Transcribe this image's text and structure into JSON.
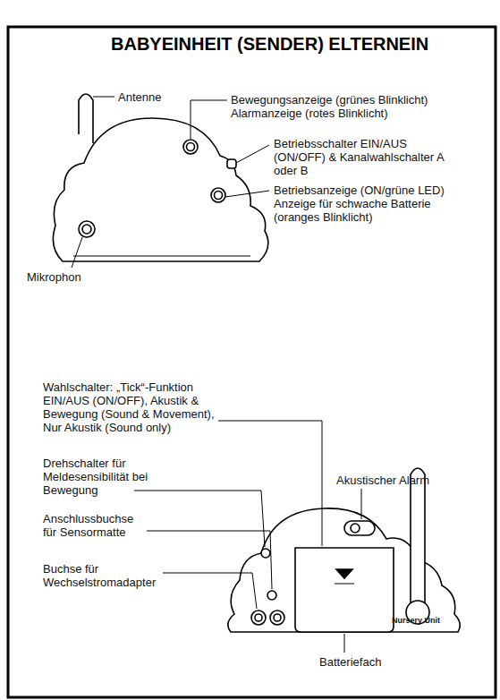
{
  "diagram": {
    "title": "BABYEINHEIT (SENDER) ELTERNEIN",
    "labels": [
      "Antenne",
      "Bewegungsanzeige (grünes Blinklicht)",
      "Alarmanzeige (rotes Blinklicht)",
      "Betriebsschalter EIN/AUS (ON/OFF) & Kanalwahlschalter A oder B",
      "Mikrophon",
      "Betriebsanzeige (ON/grüne LED)",
      "Anzeige für schwache Batterie (oranges Blinklicht)",
      "Akustischer Alarm",
      "Wahlschalter: „Tick“-Funktion EIN/AUS (ON/OFF), Akustik & Bewegung (Sound & Movement), Nur Akustik (Sound only)",
      "Drehschalter für Meldesensibilität bei Bewegung",
      "Anschlussbuchse für Sensormatte",
      "Buchse für Wechselstromadapter",
      "Nursery Unit",
      "Batteriefach"
    ]
  }
}
